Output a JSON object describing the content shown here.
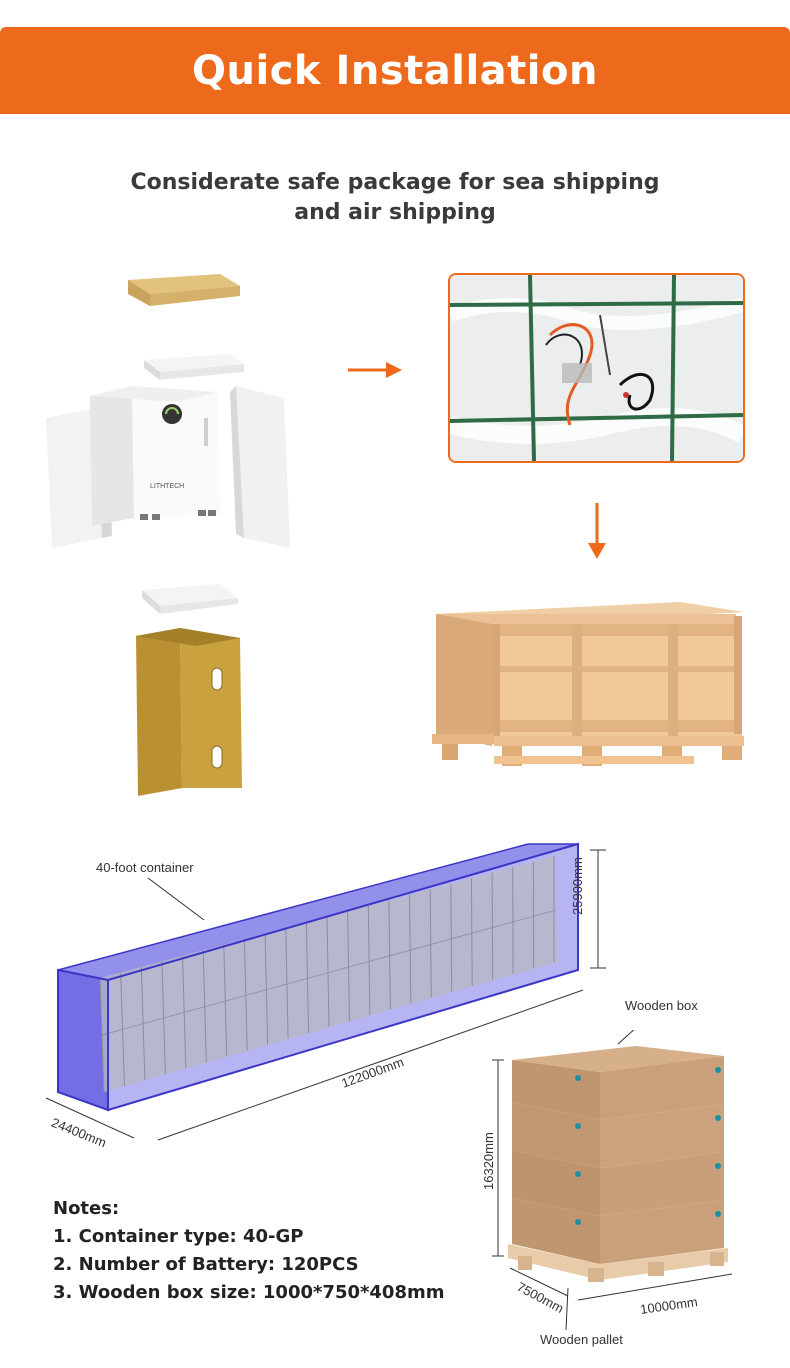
{
  "header": {
    "title": "Quick Installation"
  },
  "subtitle": {
    "line1": "Considerate safe package for sea shipping",
    "line2": "and air shipping"
  },
  "product": {
    "brand": "LITHTECH"
  },
  "container": {
    "label": "40-foot container",
    "length": "122000mm",
    "width": "24400mm",
    "height": "25900mm"
  },
  "woodenbox": {
    "label": "Wooden box",
    "height": "16320mm",
    "depth": "7500mm",
    "width": "10000mm",
    "pallet_label": "Wooden pallet"
  },
  "notes": {
    "title": "Notes:",
    "items": [
      "1. Container type: 40-GP",
      "2. Number of Battery: 120PCS",
      "3. Wooden box size: 1000*750*408mm"
    ]
  },
  "colors": {
    "accent": "#ed6a1c",
    "container": "#5a55e0",
    "cardboard": "#c9a17a",
    "wood": "#e8bf93"
  }
}
